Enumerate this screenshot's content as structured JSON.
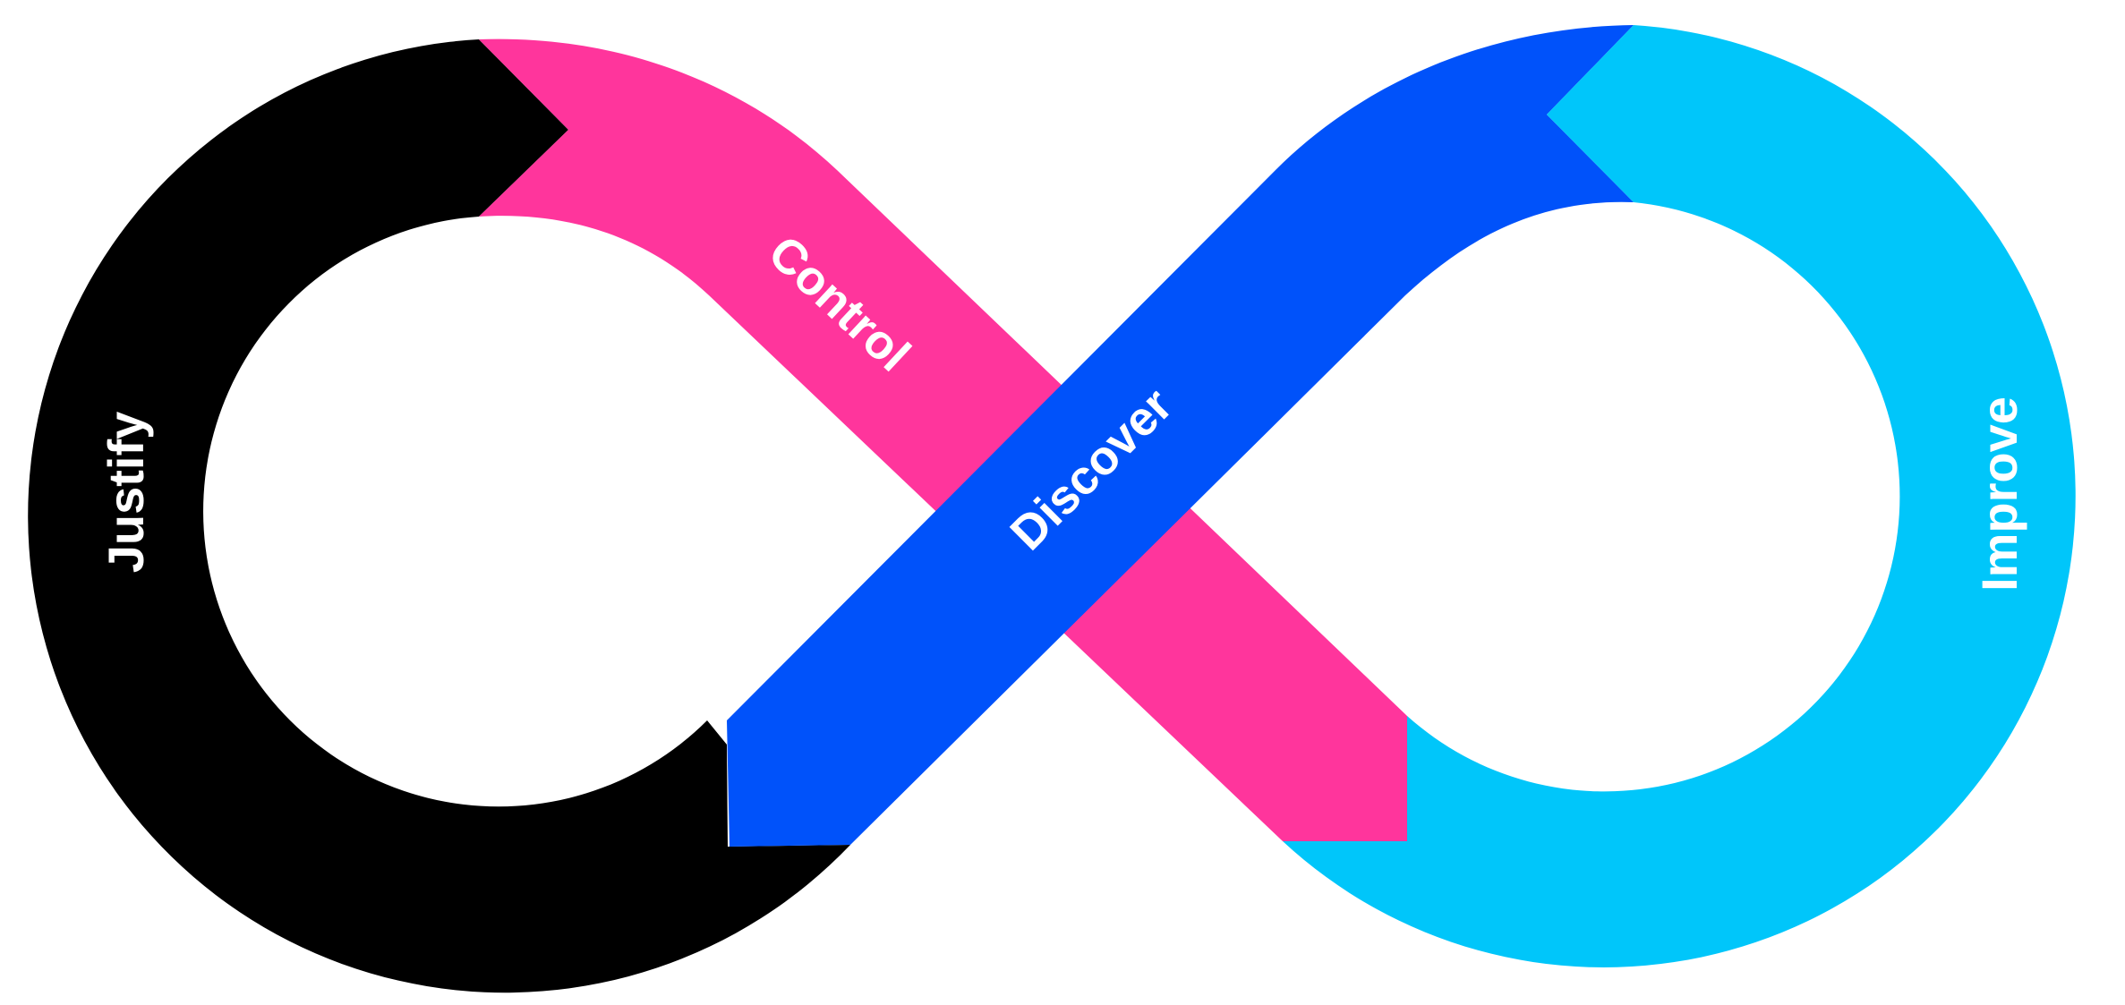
{
  "diagram": {
    "type": "infinity-loop",
    "segments": [
      {
        "id": "justify",
        "label": "Justify",
        "color": "#000000"
      },
      {
        "id": "control",
        "label": "Control",
        "color": "#FF359C"
      },
      {
        "id": "discover",
        "label": "Discover",
        "color": "#0052FA"
      },
      {
        "id": "improve",
        "label": "Improve",
        "color": "#00C6FA"
      }
    ]
  }
}
